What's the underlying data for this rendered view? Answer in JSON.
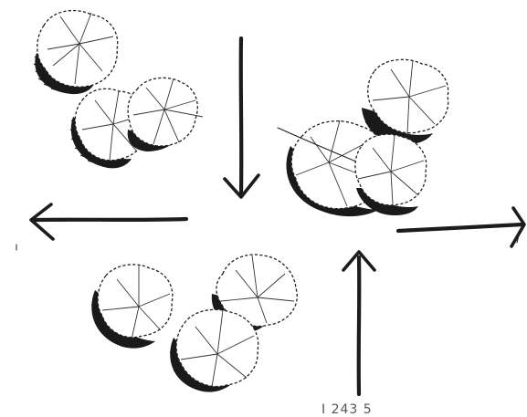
{
  "figure": {
    "caption": "I 243 5"
  },
  "trees": [
    {
      "id": "tree-top-left-upper"
    },
    {
      "id": "tree-top-left-lower-a"
    },
    {
      "id": "tree-top-left-lower-b"
    },
    {
      "id": "tree-top-right-upper"
    },
    {
      "id": "tree-top-right-lower-left"
    },
    {
      "id": "tree-top-right-lower-right"
    },
    {
      "id": "tree-bottom-left"
    },
    {
      "id": "tree-bottom-right-upper"
    },
    {
      "id": "tree-bottom-right-lower"
    }
  ],
  "arrows": [
    {
      "id": "arrow-down",
      "direction": "down"
    },
    {
      "id": "arrow-left",
      "direction": "left"
    },
    {
      "id": "arrow-right",
      "direction": "right"
    },
    {
      "id": "arrow-up",
      "direction": "up"
    }
  ]
}
